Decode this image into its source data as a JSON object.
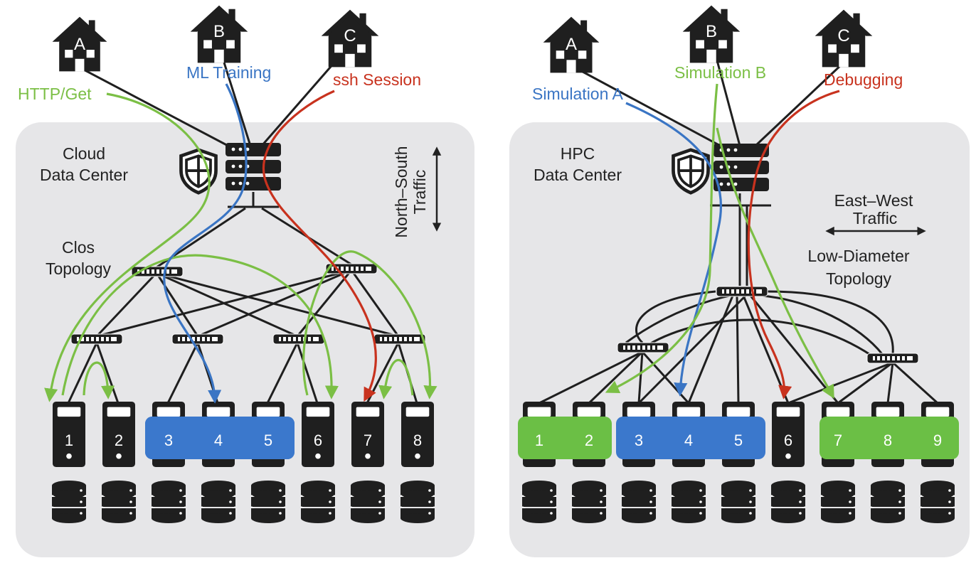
{
  "colors": {
    "panel": "#e6e6e8",
    "dark": "#1f1f1f",
    "green": "#7bbf45",
    "blue": "#3a75c4",
    "red": "#c8321e",
    "green_fill": "#6bbf45",
    "blue_fill": "#3b78cc",
    "text": "#222222"
  },
  "icons": {
    "house": "house-icon",
    "shield": "shield-icon",
    "router": "router-icon",
    "switch": "network-switch-icon",
    "server": "server-icon",
    "storage": "database-icon"
  },
  "left": {
    "title_line1": "Cloud",
    "title_line2": "Data Center",
    "topology_line1": "Clos",
    "topology_line2": "Topology",
    "traffic_line1": "North–South",
    "traffic_line2": "Traffic",
    "houses": [
      {
        "letter": "A"
      },
      {
        "letter": "B"
      },
      {
        "letter": "C"
      }
    ],
    "flows": [
      {
        "label": "HTTP/Get",
        "color": "green"
      },
      {
        "label": "ML Training",
        "color": "blue"
      },
      {
        "label": "ssh Session",
        "color": "red"
      }
    ],
    "servers": [
      "1",
      "2",
      "3",
      "4",
      "5",
      "6",
      "7",
      "8"
    ]
  },
  "right": {
    "title_line1": "HPC",
    "title_line2": "Data Center",
    "topology_line1": "Low-Diameter",
    "topology_line2": "Topology",
    "traffic_line1": "East–West",
    "traffic_line2": "Traffic",
    "houses": [
      {
        "letter": "A"
      },
      {
        "letter": "B"
      },
      {
        "letter": "C"
      }
    ],
    "flows": [
      {
        "label": "Simulation A",
        "color": "blue"
      },
      {
        "label": "Simulation B",
        "color": "green"
      },
      {
        "label": "Debugging",
        "color": "red"
      }
    ],
    "servers": [
      "1",
      "2",
      "3",
      "4",
      "5",
      "6",
      "7",
      "8",
      "9"
    ]
  }
}
